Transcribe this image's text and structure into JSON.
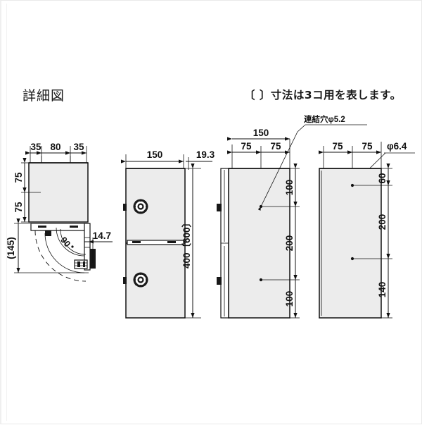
{
  "document": {
    "title": "詳細図",
    "note": "〔 〕寸法は3コ用を表します。",
    "type": "technical-drawing",
    "background_color": "#ffffff",
    "line_color": "#111111",
    "panel_fill_color": "#ececec"
  },
  "views": {
    "top_view": {
      "name": "top-view",
      "dimensions": {
        "width_left": "35",
        "width_middle": "80",
        "width_right": "35",
        "depth_upper": "75",
        "depth_lower": "75",
        "overall_depth": "(145)",
        "projection": "14.7",
        "door_swing_angle": "90"
      }
    },
    "front_view": {
      "name": "front-view",
      "dimensions": {
        "width": "150",
        "side_offset": "19.3",
        "height": "400〔600〕"
      },
      "features": {
        "door_count": 2,
        "lock_type": "dial-lock"
      }
    },
    "rear_view": {
      "name": "rear-view",
      "callout": "連結穴φ5.2",
      "dimensions": {
        "width_total": "150",
        "width_left": "75",
        "width_right": "75",
        "height_top": "100",
        "height_middle": "200",
        "height_bottom": "100"
      }
    },
    "hole_view": {
      "name": "mounting-hole-view",
      "callout": "φ6.4",
      "dimensions": {
        "width_left": "75",
        "width_right": "75",
        "height_top": "60",
        "height_middle": "200",
        "height_bottom": "140"
      }
    }
  }
}
